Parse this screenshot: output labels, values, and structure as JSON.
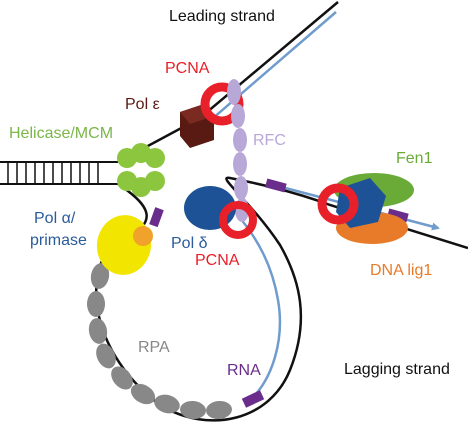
{
  "labels": {
    "leading_strand": "Leading strand",
    "lagging_strand": "Lagging strand",
    "pcna_top": "PCNA",
    "pcna_bottom": "PCNA",
    "pol_epsilon": "Pol ε",
    "rfc": "RFC",
    "helicase_mcm": "Helicase/MCM",
    "pol_alpha_line1": "Pol α/",
    "pol_alpha_line2": "primase",
    "pol_delta": "Pol δ",
    "fen1": "Fen1",
    "dna_lig1": "DNA lig1",
    "rpa": "RPA",
    "rna": "RNA"
  },
  "colors": {
    "pcna": "#e8202a",
    "pol_epsilon": "#5a1a14",
    "rfc": "#b8a8d8",
    "helicase": "#8cc63f",
    "helicase_text": "#7ab648",
    "pol_alpha": "#f2e600",
    "primase_dot": "#f0a22a",
    "pol_delta": "#1e5296",
    "pol_delta_text": "#2a5b9a",
    "fen1": "#6aab38",
    "dna_lig1": "#e87b2a",
    "rpa": "#888888",
    "rna": "#6a2d8c",
    "dna_strand": "#111111",
    "new_strand": "#6f9ccd"
  }
}
